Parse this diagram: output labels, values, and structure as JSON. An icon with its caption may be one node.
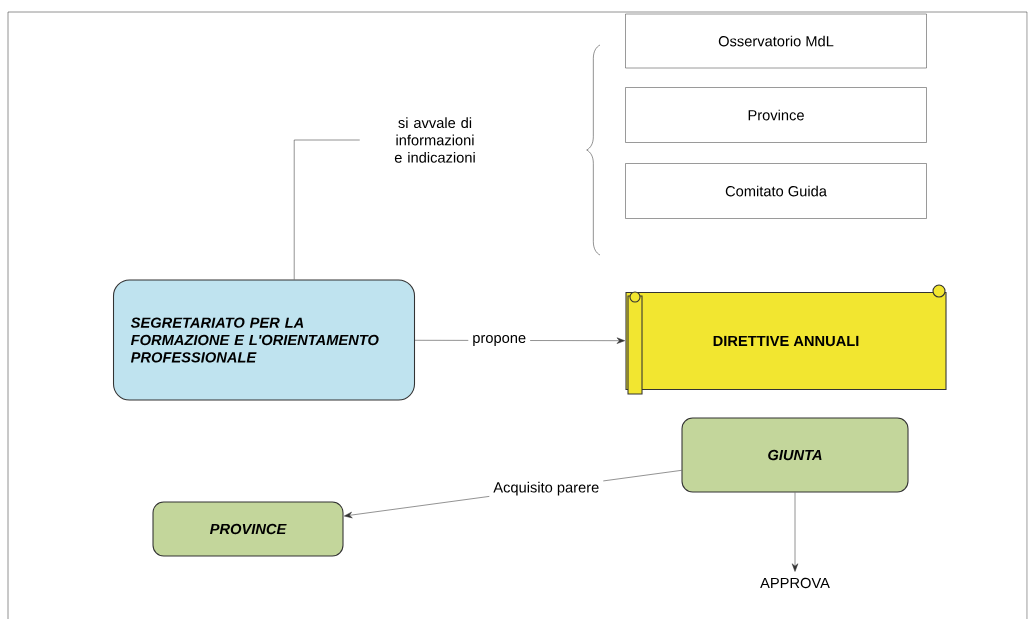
{
  "diagram": {
    "nodes": [
      {
        "text": [
          "si avvale di informazioni e indicazioni"
        ]
      },
      {
        "text": [
          "Osservatorio MdL"
        ]
      },
      {
        "text": [
          "Province"
        ]
      },
      {
        "text": [
          "Comitato Guida"
        ]
      },
      {
        "text": [
          "SEGRETARIATO PER LA FORMAZIONE E L'ORIENTAMENTO PROFESSIONALE"
        ]
      },
      {
        "text": [
          "DIRETTIVE ANNUALI"
        ]
      },
      {
        "text": [
          "GIUNTA"
        ]
      },
      {
        "text": [
          "PROVINCE"
        ]
      },
      {
        "text": [
          "APPROVA"
        ]
      }
    ],
    "edges": [
      {
        "from": 4,
        "to": 0,
        "arrow": "none"
      },
      {
        "from": 4,
        "to": 5,
        "arrow": "to",
        "label": "propone"
      },
      {
        "from": 6,
        "to": 7,
        "arrow": "to",
        "label": "Acquisito parere"
      },
      {
        "from": 6,
        "to": 8,
        "arrow": "to"
      }
    ]
  }
}
